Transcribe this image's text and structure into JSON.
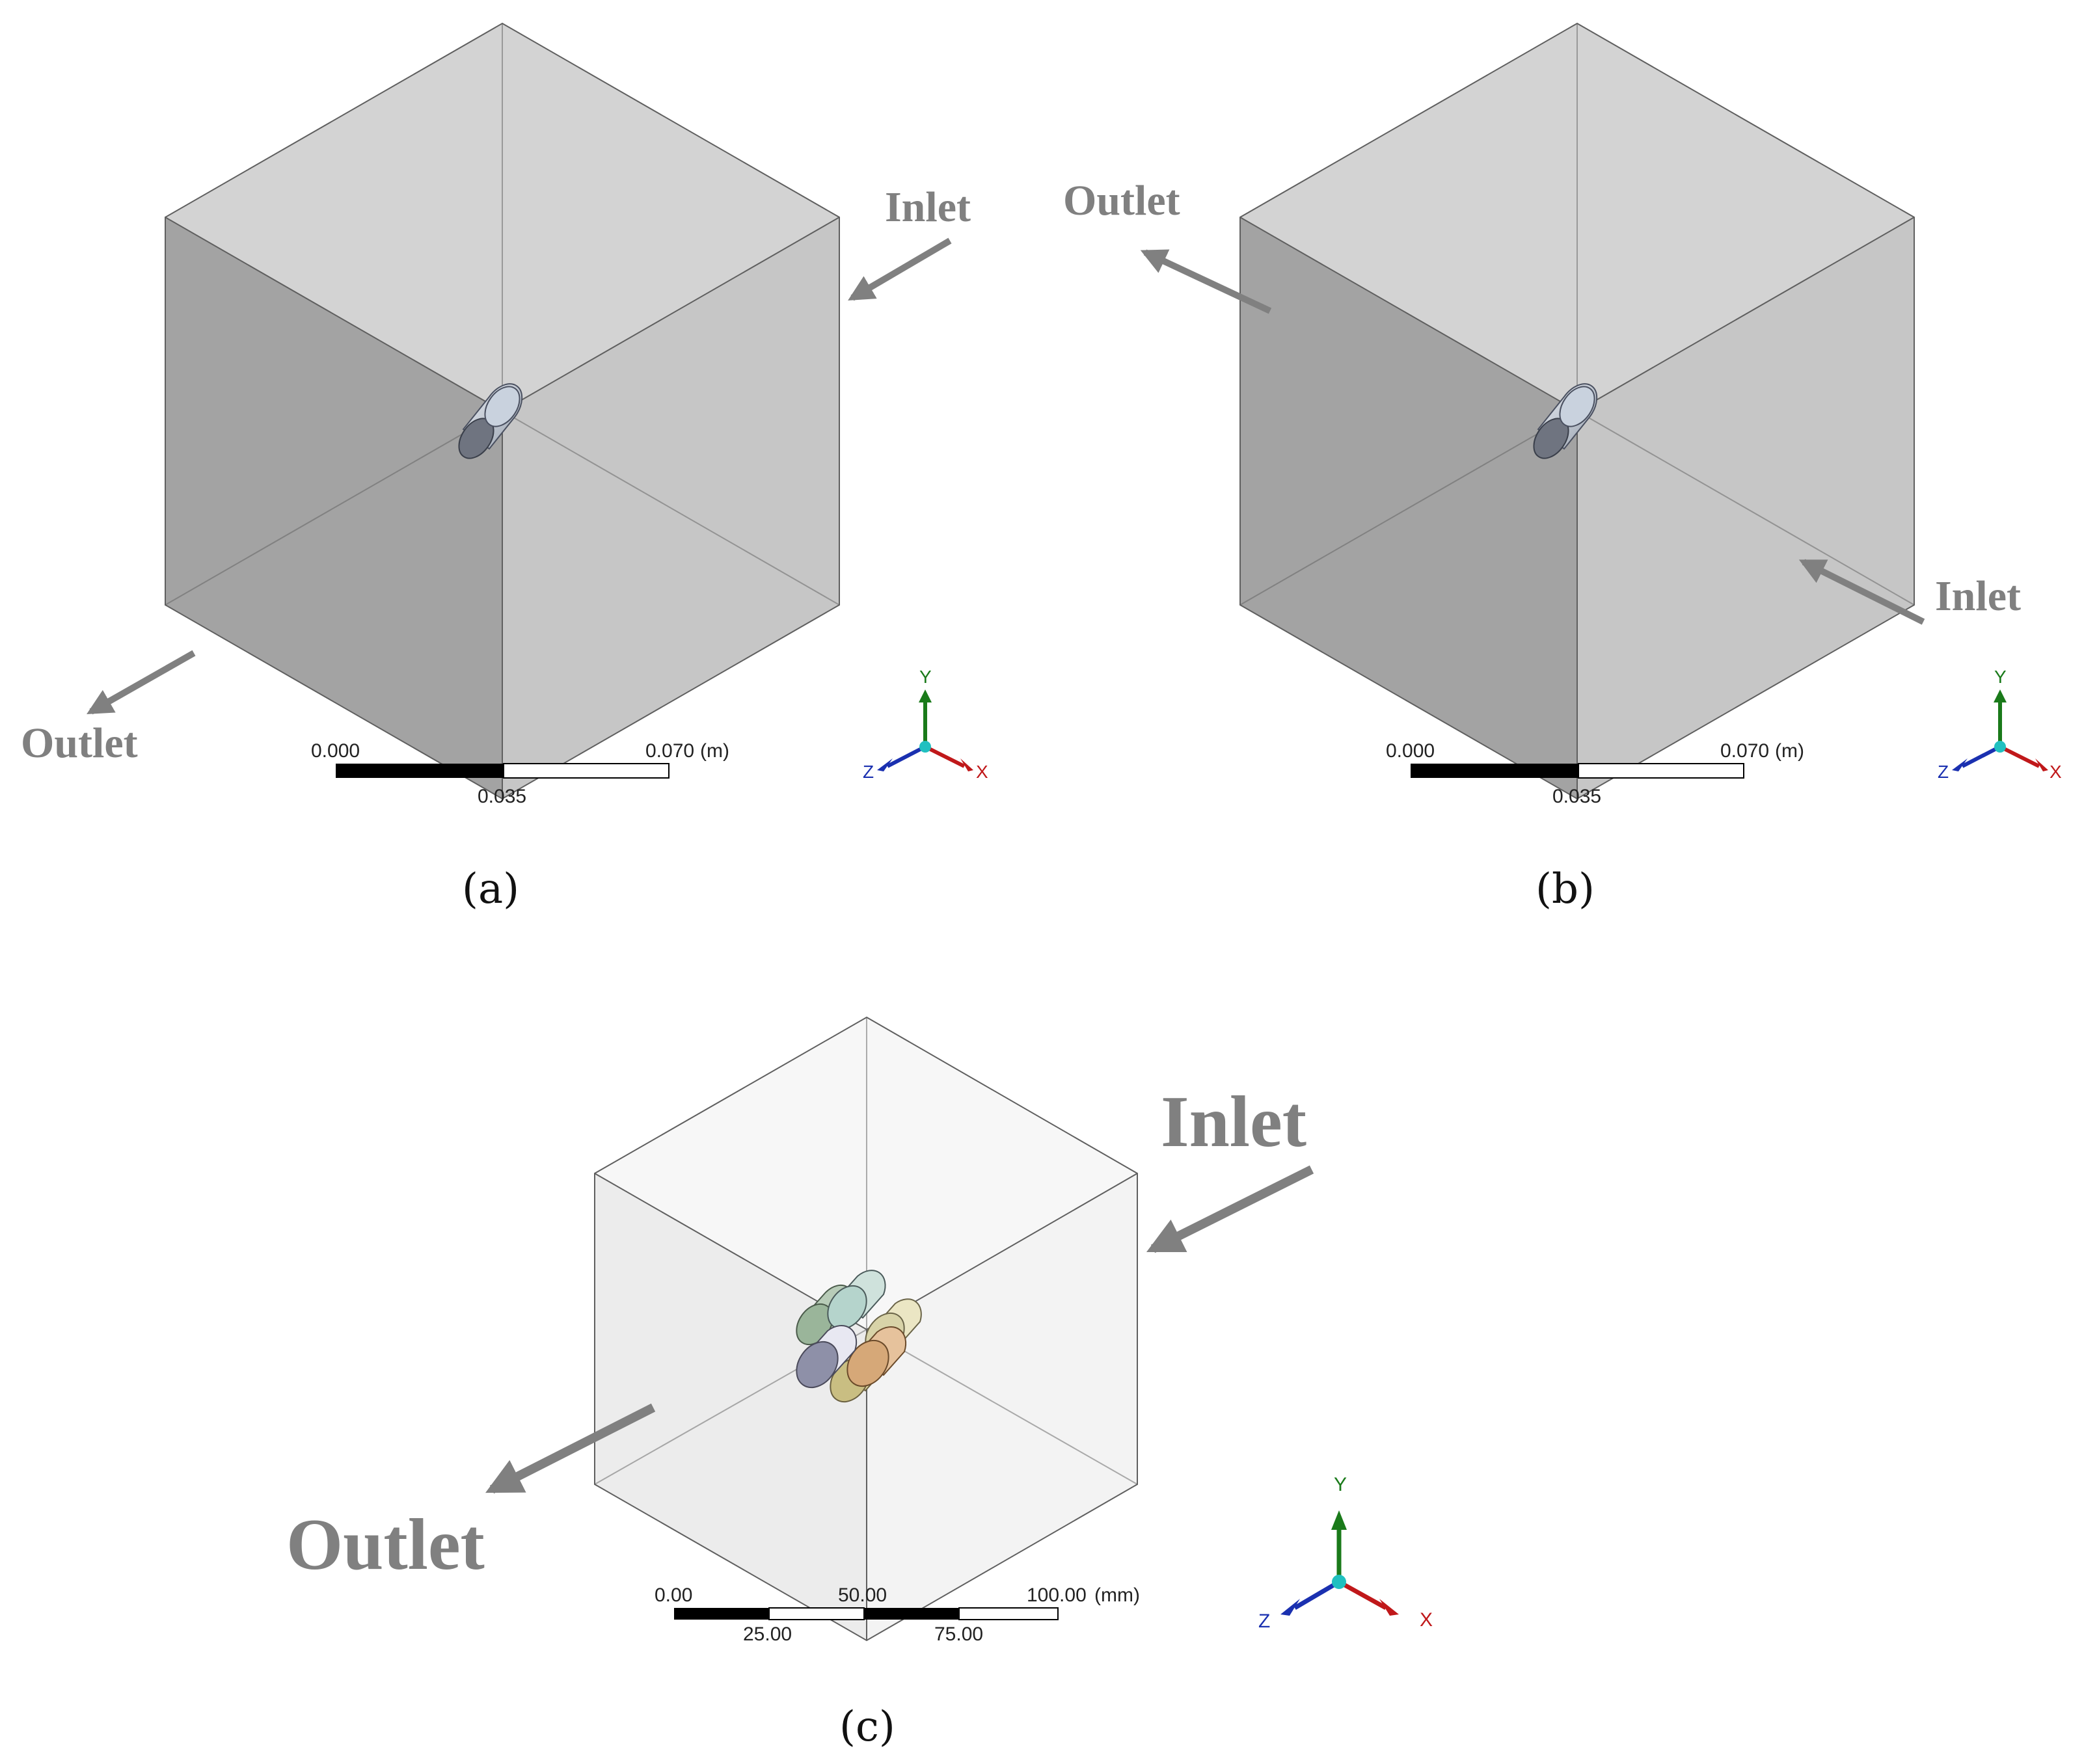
{
  "panels": [
    {
      "id": "a",
      "caption": "(a)",
      "inlet_label": "Inlet",
      "outlet_label": "Outlet",
      "scale": {
        "left": "0.000",
        "mid": "0.035",
        "right": "0.070",
        "unit": "(m)"
      }
    },
    {
      "id": "b",
      "caption": "(b)",
      "inlet_label": "Inlet",
      "outlet_label": "Outlet",
      "scale": {
        "left": "0.000",
        "mid": "0.035",
        "right": "0.070",
        "unit": "(m)"
      }
    },
    {
      "id": "c",
      "caption": "(c)",
      "inlet_label": "Inlet",
      "outlet_label": "Outlet",
      "scale": {
        "left": "0.00",
        "q1": "25.00",
        "mid": "50.00",
        "q3": "75.00",
        "right": "100.00",
        "unit": "(mm)"
      }
    }
  ],
  "axes": {
    "x": "X",
    "y": "Y",
    "z": "Z"
  },
  "colors": {
    "flow_arrow": "#808080",
    "axis_x": "#c0181a",
    "axis_y": "#1a7a1a",
    "axis_z": "#1a30b0",
    "axis_origin": "#20c0c0",
    "cylinder_colors": [
      "#9ab59a",
      "#b5d4cc",
      "#d8d3a8",
      "#c9c9dc",
      "#d6a878",
      "#c9be82"
    ]
  }
}
